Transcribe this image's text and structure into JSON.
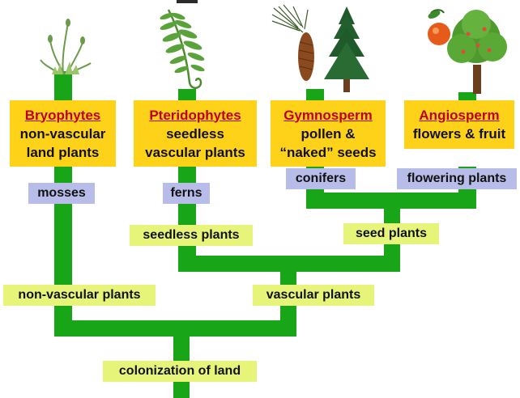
{
  "colors": {
    "branch": "#18a618",
    "group_box": "#ffd21a",
    "group_name": "#c0001a",
    "green_label": "#e6f57a",
    "blue_label": "#b7bde8"
  },
  "groups": [
    {
      "name": "Bryophytes",
      "line1": "non-vascular",
      "line2": "land plants",
      "illustration": "moss-icon"
    },
    {
      "name": "Pteridophytes",
      "line1": "seedless",
      "line2": "vascular plants",
      "illustration": "fern-icon"
    },
    {
      "name": "Gymnosperm",
      "line1": "pollen  &",
      "line2": "“naked” seeds",
      "illustration": "conifer-icon"
    },
    {
      "name": "Angiosperm",
      "line1": "flowers & fruit",
      "line2": "",
      "illustration": "fruit-tree-icon"
    }
  ],
  "examples": {
    "mosses": "mosses",
    "ferns": "ferns",
    "conifers": "conifers",
    "flowering_plants": "flowering plants"
  },
  "clades": {
    "seedless_plants": "seedless plants",
    "seed_plants": "seed plants",
    "non_vascular_plants": "non-vascular plants",
    "vascular_plants": "vascular plants",
    "colonization": "colonization of land"
  }
}
